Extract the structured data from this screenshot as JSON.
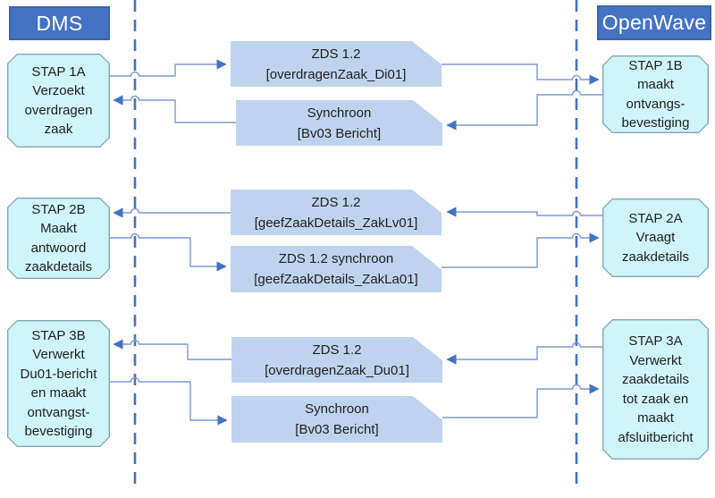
{
  "colors": {
    "accent": "#4472C4",
    "lane_dash": "#4472C4",
    "actor_fill": "#4573C4",
    "actor_border": "#3A62B0",
    "step_fill": "#CFF5FA",
    "step_border": "#7FA6B2",
    "message_fill": "#BFD3EE",
    "connector": "#7D99CF",
    "text": "#1F1F1F"
  },
  "actors": {
    "left": "DMS",
    "right": "OpenWave"
  },
  "steps": {
    "s1a": "STAP 1A\nVerzoekt\noverdragen\nzaak",
    "s1b": "STAP 1B\nmaakt\nontvangs-\nbevestiging",
    "s2b": "STAP 2B\nMaakt\nantwoord\nzaakdetails",
    "s2a": "STAP 2A\nVraagt\nzaakdetails",
    "s3b": "STAP 3B\nVerwerkt\nDu01-bericht\nen maakt\nontvangst-\nbevestiging",
    "s3a": "STAP 3A\nVerwerkt\nzaakdetails\ntot zaak en\nmaakt\nafsluitbericht"
  },
  "messages": {
    "m1": "ZDS 1.2\n[overdragenZaak_Di01]",
    "m2": "Synchroon\n[Bv03 Bericht]",
    "m3": "ZDS 1.2\n[geefZaakDetails_ZakLv01]",
    "m4": "ZDS 1.2 synchroon\n[geefZaakDetails_ZakLa01]",
    "m5": "ZDS 1.2\n[overdragenZaak_Du01]",
    "m6": "Synchroon\n[Bv03 Bericht]"
  }
}
